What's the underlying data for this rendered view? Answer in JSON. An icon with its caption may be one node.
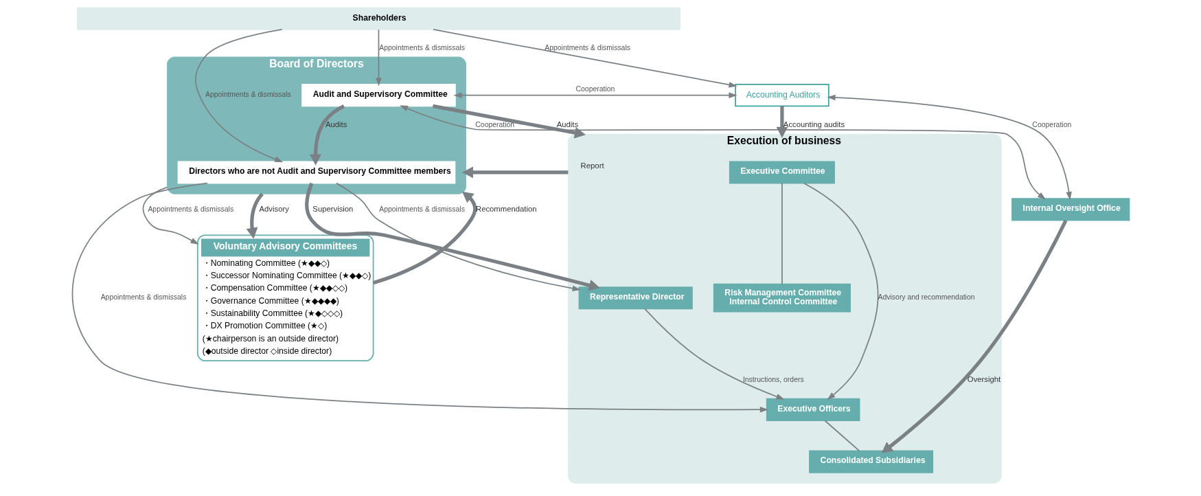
{
  "diagram": {
    "nodes": [
      {
        "text": [
          "Shareholders"
        ]
      },
      {
        "text": [
          "Board of Directors"
        ]
      },
      {
        "text": [
          "Audit and Supervisory Committee"
        ],
        "in": 1
      },
      {
        "text": [
          "Directors who are not Audit and Supervisory Committee members"
        ],
        "in": 1
      },
      {
        "text": [
          "Voluntary Advisory Committees",
          "・Nominating Committee (★◆◆◇)",
          "・Successor Nominating Committee (★◆◆◇)",
          "・Compensation Committee (★◆◆◇◇)",
          "・Governance Committee (★◆◆◆◆)",
          "・Sustainability Committee (★◆◇◇◇)",
          "・DX Promotion Committee (★◇)",
          "(★chairperson is an outside director)",
          "(◆outside director ◇inside director)"
        ]
      },
      {
        "text": [
          "Accounting Auditors"
        ]
      },
      {
        "text": [
          "Execution of business"
        ]
      },
      {
        "text": [
          "Executive Committee"
        ],
        "in": 6
      },
      {
        "text": [
          "Risk Management Committee",
          "Internal Control Committee"
        ],
        "in": 6
      },
      {
        "text": [
          "Representative Director"
        ],
        "in": 6
      },
      {
        "text": [
          "Executive Officers"
        ],
        "in": 6
      },
      {
        "text": [
          "Internal Oversight Office"
        ]
      },
      {
        "text": [
          "Consolidated Subsidiaries"
        ],
        "in": 6
      }
    ],
    "edges": [
      {
        "from": 0,
        "to": 5,
        "arrow": "to",
        "label": "Appointments & dismissals"
      },
      {
        "from": 0,
        "to": 2,
        "arrow": "to",
        "label": "Appointments & dismissals"
      },
      {
        "from": 0,
        "to": 3,
        "arrow": "to",
        "label": "Appointments & dismissals"
      },
      {
        "from": 5,
        "to": 2,
        "arrow": "both",
        "label": "Cooperation"
      },
      {
        "from": 11,
        "to": 2,
        "arrow": "both",
        "label": "Cooperation"
      },
      {
        "from": 2,
        "to": 3,
        "arrow": "to",
        "label": "Audits",
        "style": "thick"
      },
      {
        "from": 1,
        "to": 4,
        "arrow": "to",
        "label": "Appointments & dismissals"
      },
      {
        "from": 1,
        "to": 4,
        "arrow": "to",
        "label": "Advisory",
        "style": "thick"
      },
      {
        "from": 4,
        "to": 1,
        "arrow": "to",
        "label": "Recommendation",
        "style": "thick"
      },
      {
        "from": 2,
        "to": 6,
        "arrow": "to",
        "label": "Audits",
        "style": "thick"
      },
      {
        "from": 6,
        "to": 1,
        "arrow": "to",
        "label": "Report",
        "style": "thick"
      },
      {
        "from": 3,
        "to": 9,
        "arrow": "to",
        "label": "Appointments & dismissals"
      },
      {
        "from": 3,
        "to": 9,
        "arrow": "to",
        "label": "Supervision",
        "style": "thick"
      },
      {
        "from": 3,
        "to": 10,
        "arrow": "to",
        "label": "Appointments & dismissals"
      },
      {
        "from": 7,
        "to": 8,
        "arrow": "none"
      },
      {
        "from": 7,
        "to": 10,
        "arrow": "to",
        "label": "Advisory and recommendation"
      },
      {
        "from": 9,
        "to": 10,
        "arrow": "to",
        "label": "Instructions, orders"
      },
      {
        "from": 10,
        "to": 12,
        "arrow": "none"
      },
      {
        "from": 5,
        "to": 6,
        "arrow": "to",
        "label": "Accounting audits",
        "style": "thick"
      },
      {
        "from": 5,
        "to": 11,
        "arrow": "both",
        "label": "Cooperation"
      },
      {
        "from": 11,
        "to": 12,
        "arrow": "to",
        "label": "Oversight",
        "style": "thick"
      }
    ]
  }
}
